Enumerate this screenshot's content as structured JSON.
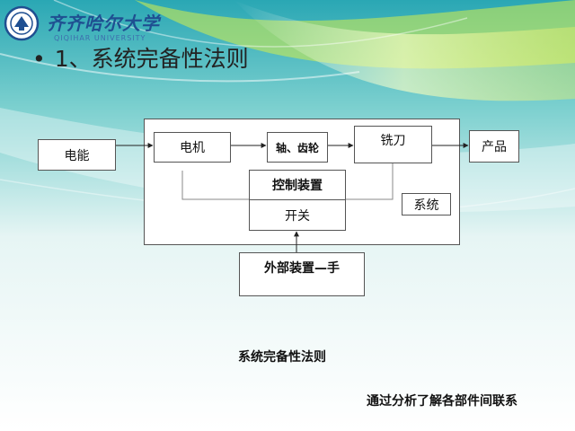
{
  "header": {
    "logo_text": "齐齐哈尔大学",
    "logo_subtext": "QIQIHAR UNIVERSITY",
    "bullet": "•",
    "title": "1、系统完备性法则"
  },
  "diagram": {
    "energy": "电能",
    "motor": "电机",
    "shaft_gear": "轴、齿轮",
    "cutter": "铣刀",
    "product": "产品",
    "control": "控制装置",
    "switch": "开关",
    "system": "系统",
    "external": "外部装置—手"
  },
  "captions": {
    "law": "系统完备性法则",
    "note": "通过分析了解各部件间联系"
  },
  "colors": {
    "accent_green": "#cfe93a",
    "accent_teal": "#1aa6b0",
    "logo_blue": "#1f4f91"
  }
}
